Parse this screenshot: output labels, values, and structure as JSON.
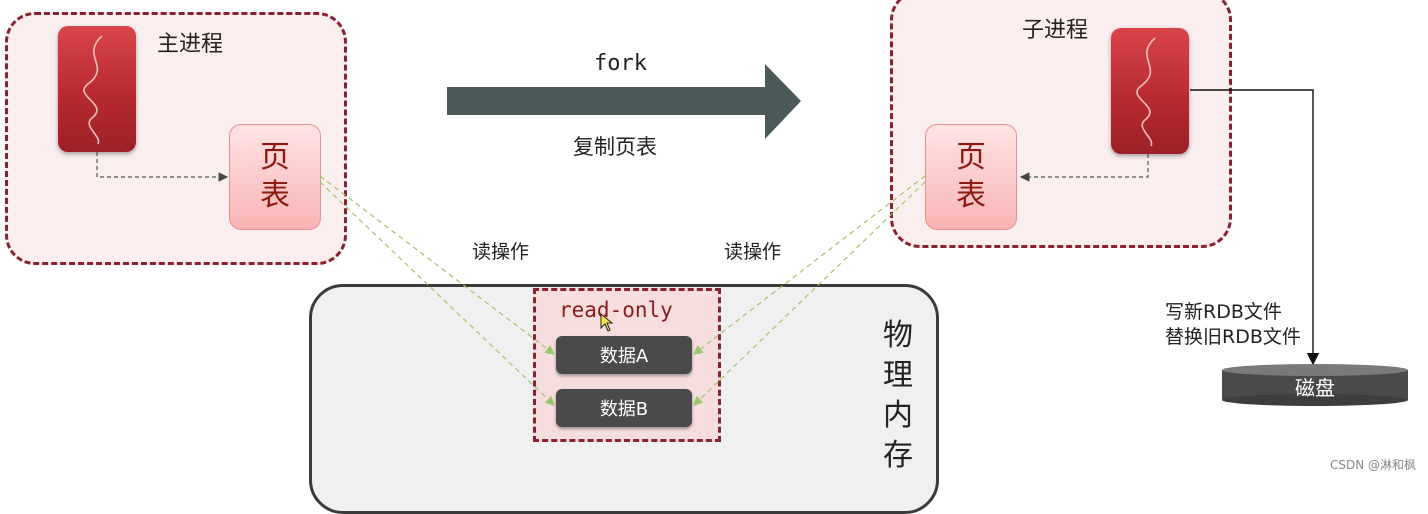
{
  "main_process": {
    "title": "主进程",
    "page_table": [
      "页",
      "表"
    ]
  },
  "child_process": {
    "title": "子进程",
    "page_table": [
      "页",
      "表"
    ]
  },
  "fork": {
    "label": "fork",
    "sublabel": "复制页表"
  },
  "read_op_left": "读操作",
  "read_op_right": "读操作",
  "memory": {
    "label": [
      "物",
      "理",
      "内",
      "存"
    ],
    "readonly_label": "read-only",
    "data_a": "数据A",
    "data_b": "数据B"
  },
  "disk": {
    "write_label_1": "写新RDB文件",
    "write_label_2": "替换旧RDB文件",
    "label": "磁盘"
  },
  "watermark": "CSDN @淋和枫",
  "colors": {
    "process_border": "#8b2030",
    "process_bg": "#fbeeee",
    "red_bar": "#c0333a",
    "page_table": "#f8b4b4",
    "arrow": "#4b5a58",
    "data_block": "#4a4a4a",
    "read_line": "#9cc56a"
  }
}
